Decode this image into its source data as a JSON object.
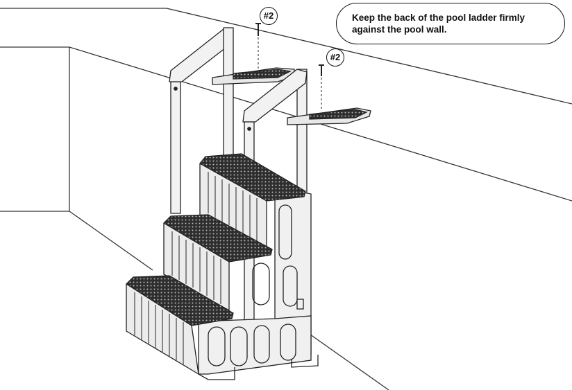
{
  "note": {
    "text": "Keep the back of the pool ladder firmly\nagainst the pool wall."
  },
  "callouts": [
    {
      "label": "#2"
    },
    {
      "label": "#2"
    }
  ]
}
